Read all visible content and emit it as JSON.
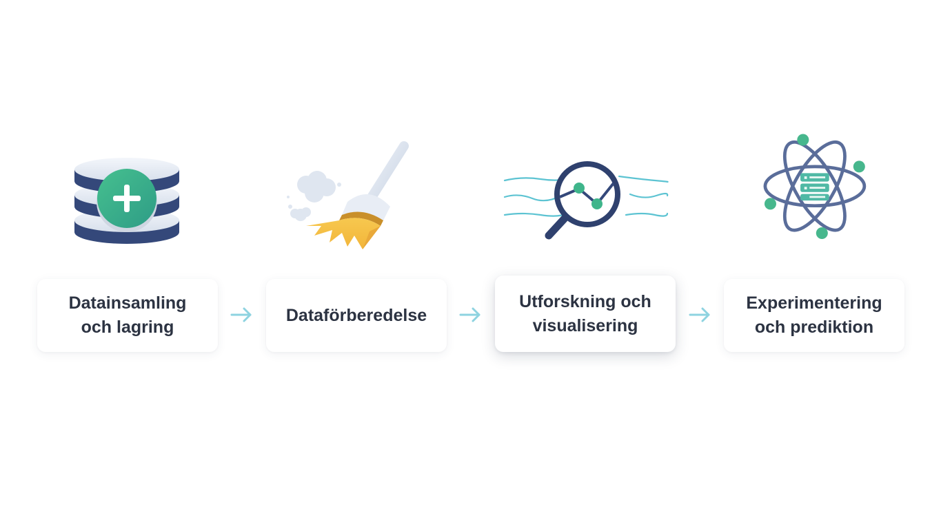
{
  "steps": [
    {
      "label": "Datainsamling\noch lagring",
      "icon": "database-add-icon"
    },
    {
      "label": "Dataförberedelse",
      "icon": "broom-icon"
    },
    {
      "label": "Utforskning och\nvisualisering",
      "icon": "magnifier-chart-icon"
    },
    {
      "label": "Experimentering\noch prediktion",
      "icon": "atom-server-icon"
    }
  ],
  "colors": {
    "navy": "#34487a",
    "green": "#3fb58b",
    "teal": "#5cc3d2",
    "broom_yellow": "#f5c24a",
    "arrow": "#8ed3e0",
    "text": "#2c3342"
  }
}
